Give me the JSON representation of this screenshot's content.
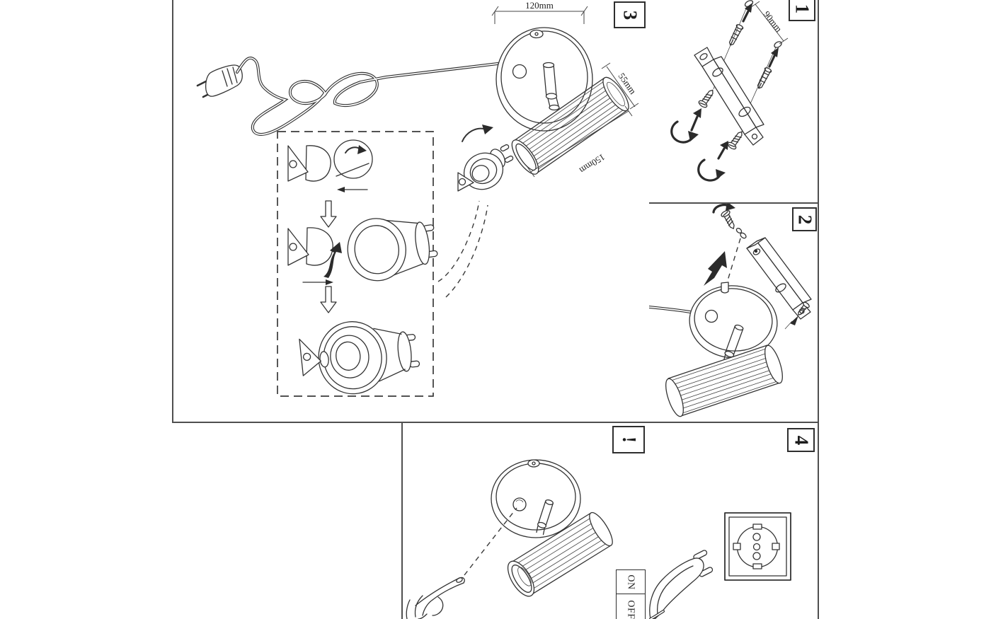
{
  "steps": {
    "step1": {
      "number": "1",
      "screw_dimension": "90mm"
    },
    "step2": {
      "number": "2"
    },
    "step3": {
      "number": "3",
      "canopy_width": "120mm",
      "shade_diameter": "55mm",
      "shade_length": "150mm"
    },
    "step4": {
      "number": "4"
    },
    "warning": {
      "symbol": "!",
      "switch_on_label": "ON",
      "switch_off_label": "OFF"
    }
  },
  "colors": {
    "line": "#333333",
    "panel_border": "#4f4f4f",
    "background": "#ffffff"
  }
}
